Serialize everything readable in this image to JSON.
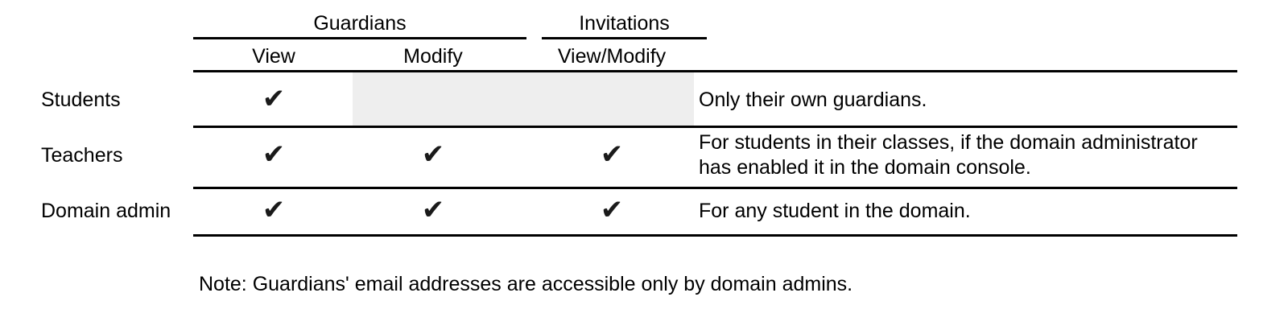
{
  "table": {
    "group_headers": [
      {
        "label": "Guardians",
        "spans_columns": [
          "View",
          "Modify"
        ]
      },
      {
        "label": "Invitations",
        "spans_columns": [
          "View/Modify"
        ]
      }
    ],
    "column_headers": [
      {
        "label": "View"
      },
      {
        "label": "Modify"
      },
      {
        "label": "View/Modify"
      }
    ],
    "check_glyph": "✔",
    "rows": [
      {
        "label": "Students",
        "guardians_view": "✔",
        "guardians_modify": "",
        "invitations_view_modify": "",
        "description": "Only their own guardians.",
        "disabled_cells": "guardians_modify, invitations_view_modify"
      },
      {
        "label": "Teachers",
        "guardians_view": "✔",
        "guardians_modify": "✔",
        "invitations_view_modify": "✔",
        "description": "For students in their classes, if the domain administrator has enabled it in the domain console.",
        "disabled_cells": ""
      },
      {
        "label": "Domain admin",
        "guardians_view": "✔",
        "guardians_modify": "✔",
        "invitations_view_modify": "✔",
        "description": "For any student in the domain.",
        "disabled_cells": ""
      }
    ]
  },
  "note": "Note: Guardians' email addresses are accessible only by domain admins.",
  "colors": {
    "background": "#ffffff",
    "text": "#000000",
    "rule": "#000000",
    "disabled_cell": "#eeeeee",
    "check": "#1a1a1a"
  }
}
